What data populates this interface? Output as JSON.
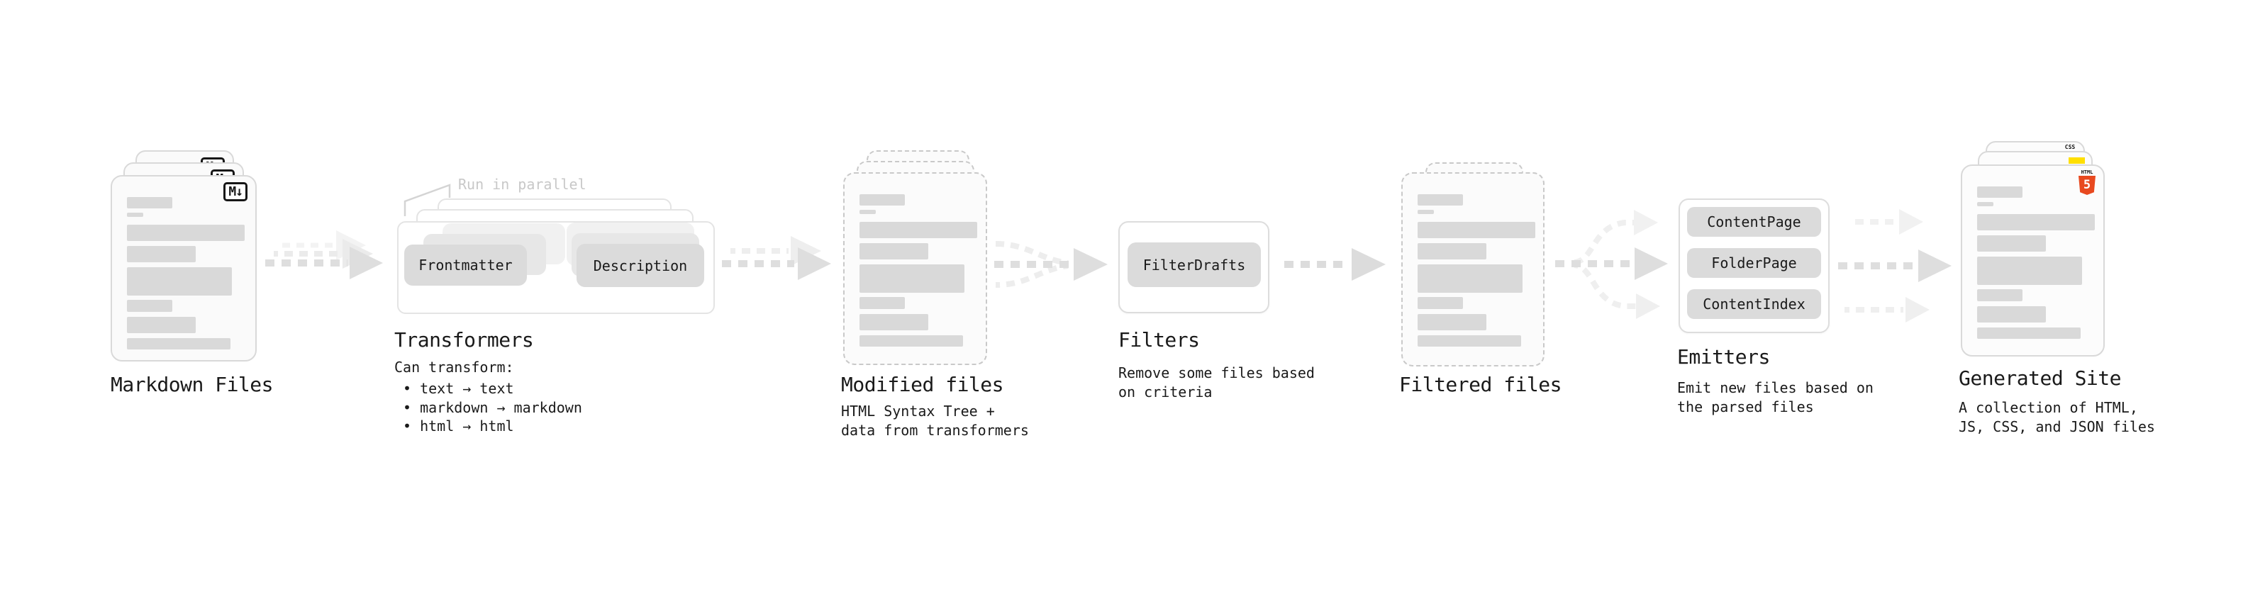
{
  "stages": {
    "markdown": {
      "label": "Markdown Files"
    },
    "transformers": {
      "label": "Transformers",
      "note": "Run in parallel",
      "frontmatter": "Frontmatter",
      "description": "Description",
      "can_transform": "Can transform:",
      "bullets": [
        "• text → text",
        "• markdown → markdown",
        "• html → html"
      ]
    },
    "modified": {
      "label": "Modified files",
      "desc": [
        "HTML Syntax Tree +",
        "data from transformers"
      ]
    },
    "filters": {
      "label": "Filters",
      "box": "FilterDrafts",
      "desc": [
        "Remove some files based",
        "on criteria"
      ]
    },
    "filtered": {
      "label": "Filtered files"
    },
    "emitters": {
      "label": "Emitters",
      "boxes": [
        "ContentPage",
        "FolderPage",
        "ContentIndex"
      ],
      "desc": [
        "Emit new files based on",
        "the parsed files"
      ]
    },
    "generated": {
      "label": "Generated Site",
      "desc": [
        "A collection of HTML,",
        "JS, CSS, and JSON files"
      ]
    }
  },
  "icons": {
    "markdown_badge": "M↓",
    "html5_wordmark": "HTML",
    "html5_numeral": "5",
    "css_label": "CSS"
  },
  "colors": {
    "html5_orange": "#e8491f",
    "js_yellow": "#ffdf00",
    "css_blue": "#2962e9",
    "bar_gray": "#d9d9d9",
    "box_gray": "#dbdbdb",
    "arrow_dark": "#dedede",
    "arrow_light": "#efefef"
  }
}
